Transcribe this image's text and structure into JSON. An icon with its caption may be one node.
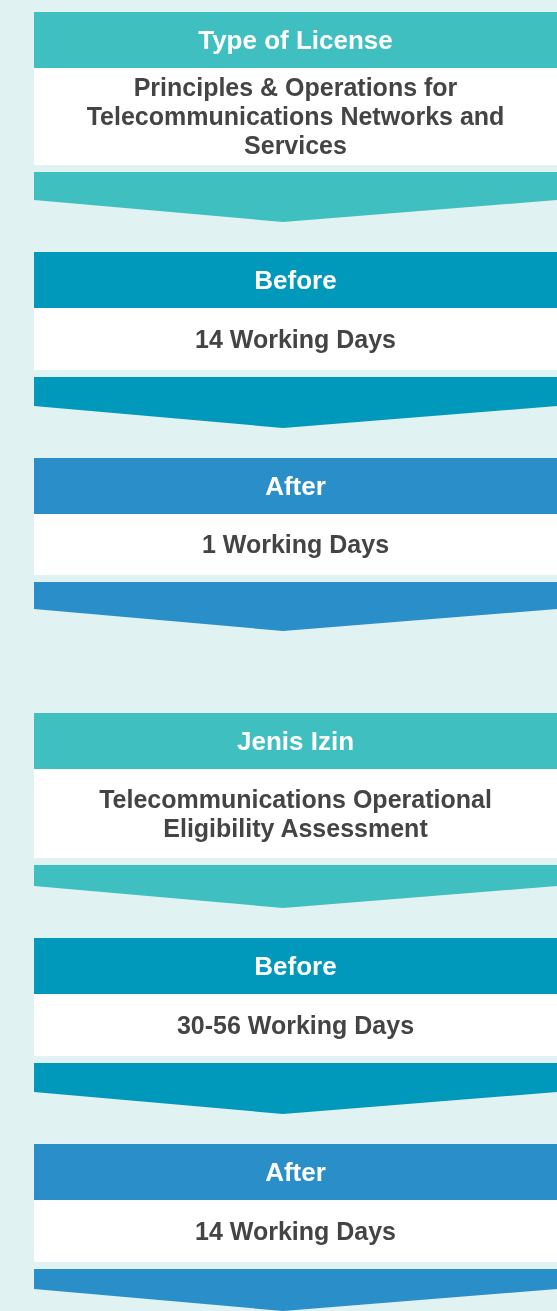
{
  "diagram": {
    "nodes": [
      {
        "text": [
          "Type of License",
          "Principles & Operations for Telecommunications Networks and Services"
        ]
      },
      {
        "text": [
          "Before",
          "14 Working Days"
        ]
      },
      {
        "text": [
          "After",
          "1 Working Days"
        ]
      },
      {
        "text": [
          "Jenis Izin",
          "Telecommunications Operational Eligibility Assessment"
        ]
      },
      {
        "text": [
          "Before",
          "30-56 Working Days"
        ]
      },
      {
        "text": [
          "After",
          "14 Working Days"
        ]
      }
    ],
    "edges": [
      {
        "from": 0,
        "to": 1,
        "arrow": "to",
        "color": "#40bfc1"
      },
      {
        "from": 1,
        "to": 2,
        "arrow": "to",
        "color": "#0099bb"
      },
      {
        "from": 2,
        "to": null,
        "arrow": "to",
        "color": "#2a8fc8"
      },
      {
        "from": 3,
        "to": 4,
        "arrow": "to",
        "color": "#40bfc1"
      },
      {
        "from": 4,
        "to": 5,
        "arrow": "to",
        "color": "#0099bb"
      },
      {
        "from": 5,
        "to": null,
        "arrow": "to",
        "color": "#2a8fc8"
      }
    ]
  }
}
